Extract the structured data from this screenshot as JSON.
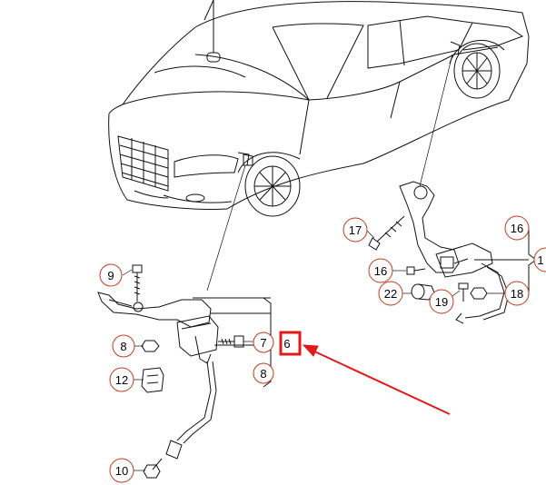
{
  "diagram": {
    "callouts": {
      "c9": "9",
      "c8a": "8",
      "c12": "12",
      "c10": "10",
      "c7": "7",
      "c6": "6",
      "c8b": "8",
      "c17": "17",
      "c16a": "16",
      "c22": "22",
      "c19": "19",
      "c18": "18",
      "c16b": "16",
      "c1": "1"
    },
    "highlight": {
      "target_label": "6",
      "color": "#e01a1a"
    },
    "colors": {
      "line": "#111111",
      "callout_circle": "#c23b1b",
      "arrow": "#e01a1a"
    }
  }
}
